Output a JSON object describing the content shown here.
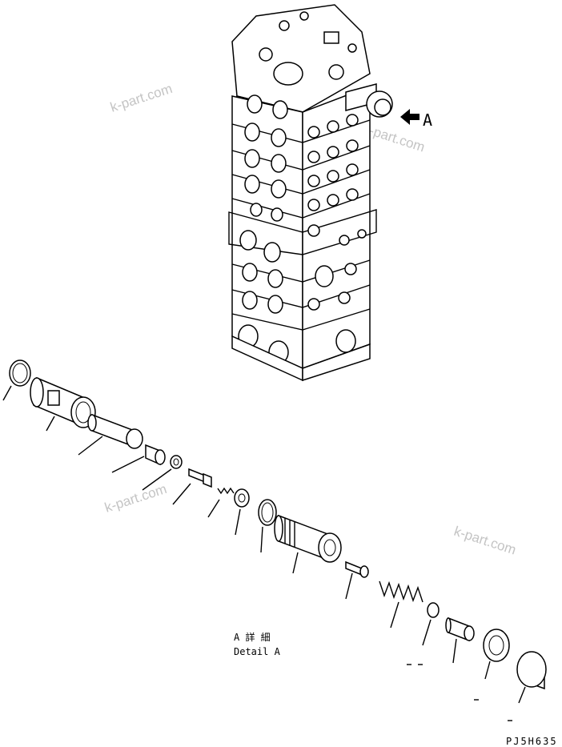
{
  "view_label": "A",
  "detail_title_jp": "A 詳 細",
  "detail_title_en": "Detail A",
  "drawing_code": "PJ5H635",
  "watermarks": [
    "k-part.com",
    "k-part.com",
    "k-part.com",
    "k-part.com"
  ],
  "parts": [
    {
      "name": "o-ring-1"
    },
    {
      "name": "sleeve"
    },
    {
      "name": "piston-sleeve"
    },
    {
      "name": "plug-small"
    },
    {
      "name": "washer"
    },
    {
      "name": "bolt"
    },
    {
      "name": "spring-small"
    },
    {
      "name": "seat"
    },
    {
      "name": "o-ring-2"
    },
    {
      "name": "valve-body"
    },
    {
      "name": "poppet"
    },
    {
      "name": "spring-large"
    },
    {
      "name": "ball"
    },
    {
      "name": "adjust-screw"
    },
    {
      "name": "nut"
    },
    {
      "name": "cap"
    }
  ]
}
